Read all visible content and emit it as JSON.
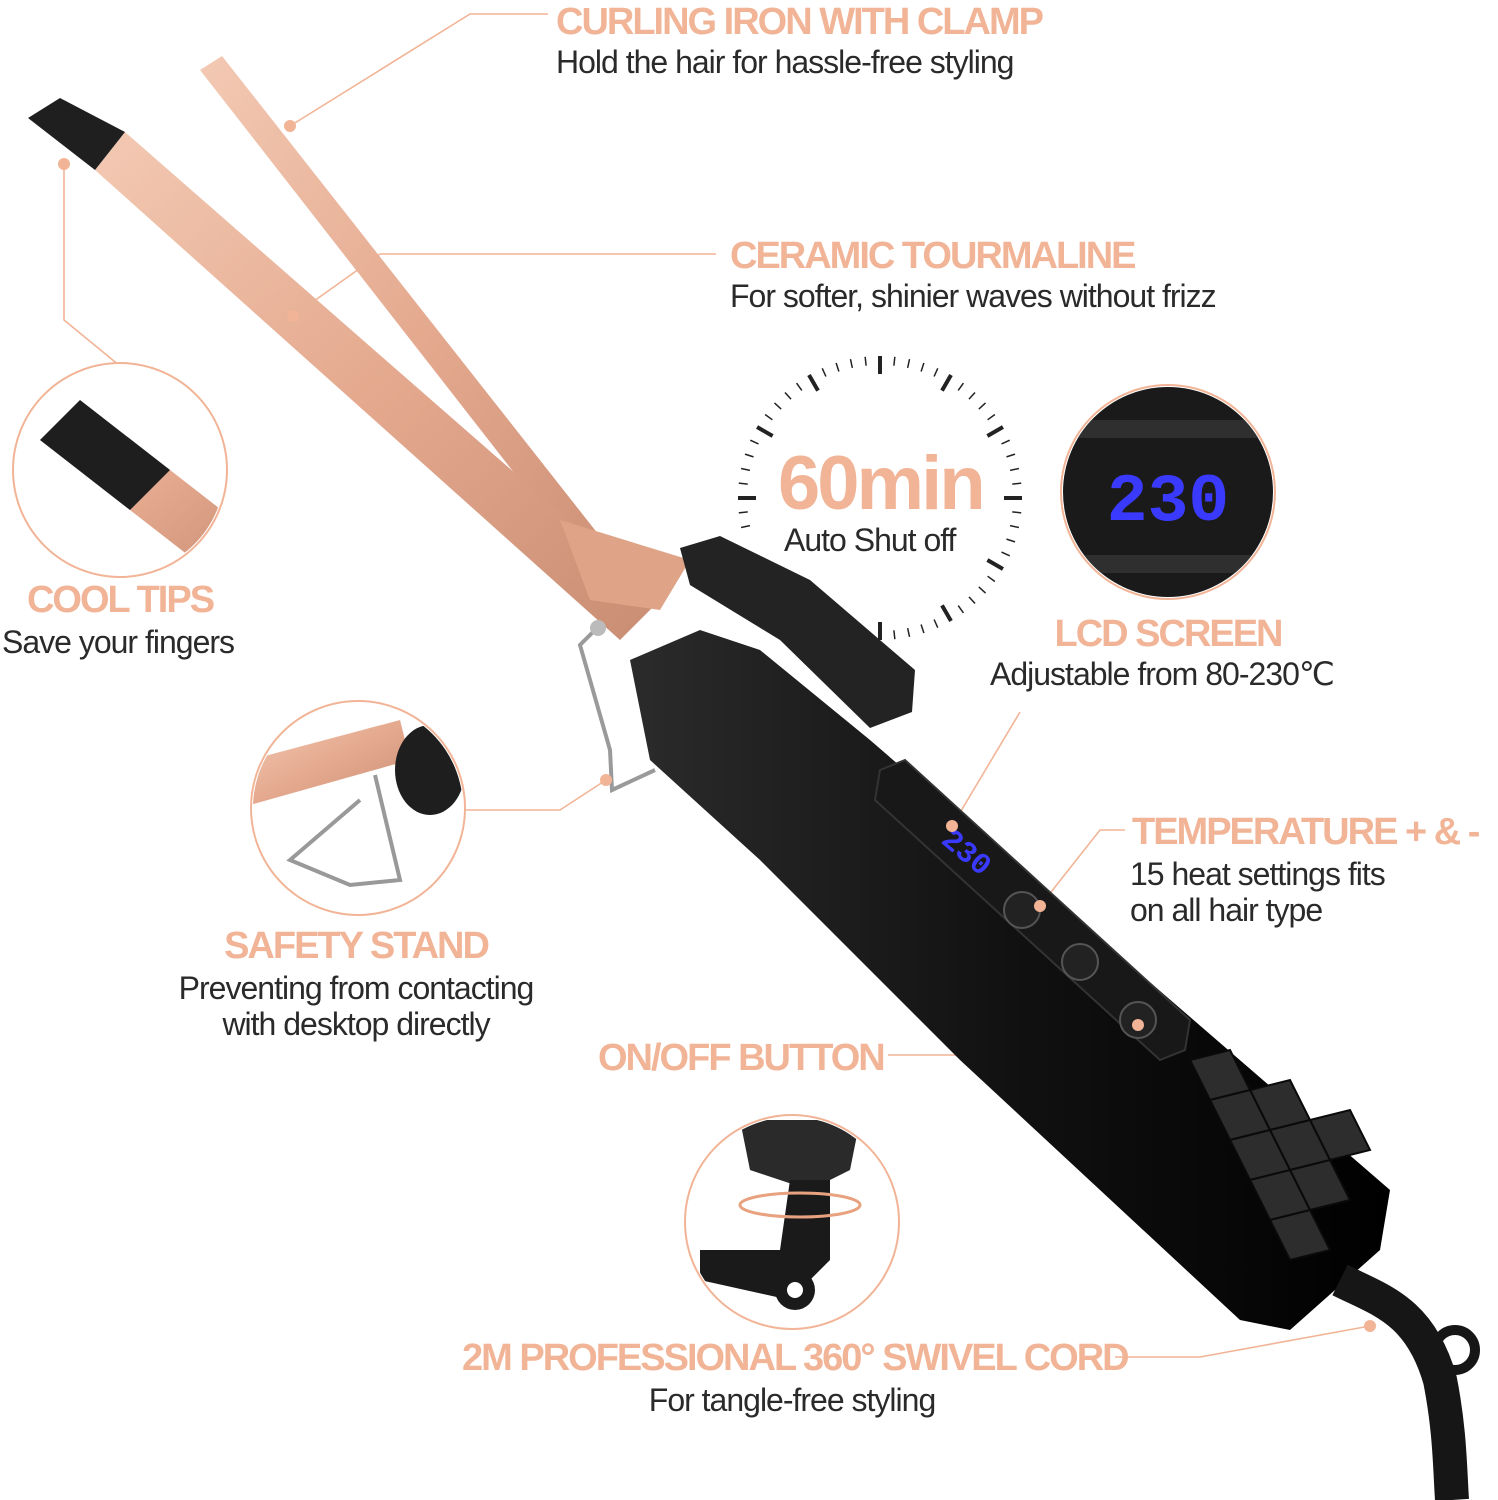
{
  "colors": {
    "accent": "#f2b496",
    "text": "#2a2a2a",
    "body": "#141414",
    "rose_gold": "#e8b197",
    "lcd": "#3a3aff"
  },
  "features": {
    "clamp": {
      "title": "CURLING IRON WITH CLAMP",
      "desc": "Hold the hair for hassle-free styling"
    },
    "ceramic": {
      "title": "CERAMIC TOURMALINE",
      "desc": "For softer, shinier waves without frizz"
    },
    "cooltips": {
      "title": "COOL TIPS",
      "desc": "Save your fingers"
    },
    "autoshutoff": {
      "value": "60min",
      "desc": "Auto Shut off"
    },
    "lcd": {
      "title": "LCD SCREEN",
      "desc": "Adjustable from 80-230℃",
      "reading": "230"
    },
    "temperature": {
      "title": "TEMPERATURE + & -",
      "desc_line1": "15 heat settings fits",
      "desc_line2": "on all hair type"
    },
    "stand": {
      "title": "SAFETY STAND",
      "desc_line1": "Preventing from contacting",
      "desc_line2": "with desktop directly"
    },
    "power": {
      "title": "ON/OFF BUTTON"
    },
    "cord": {
      "title": "2M PROFESSIONAL 360° SWIVEL CORD",
      "desc": "For tangle-free styling"
    }
  },
  "product": {
    "handle_display": "230"
  }
}
